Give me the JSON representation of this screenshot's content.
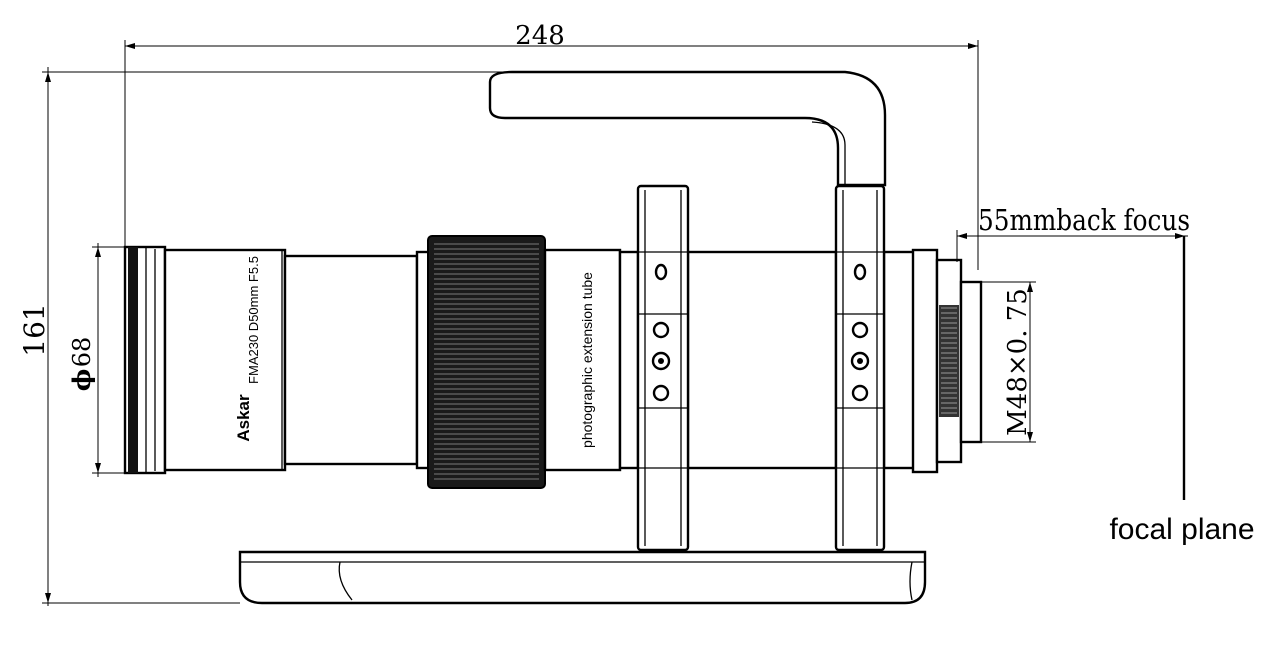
{
  "diagram": {
    "dimensions": {
      "overall_length": "248",
      "overall_height": "161",
      "diameter_symbol": "ϕ",
      "diameter": "68",
      "back_focus": "55mmback focus",
      "thread": "M48×0. 75"
    },
    "labels": {
      "brand": "Askar",
      "model": "FMA230 D50mm F5.5",
      "extension_tube": "photographic extension tube",
      "focal_plane": "focal plane"
    }
  }
}
